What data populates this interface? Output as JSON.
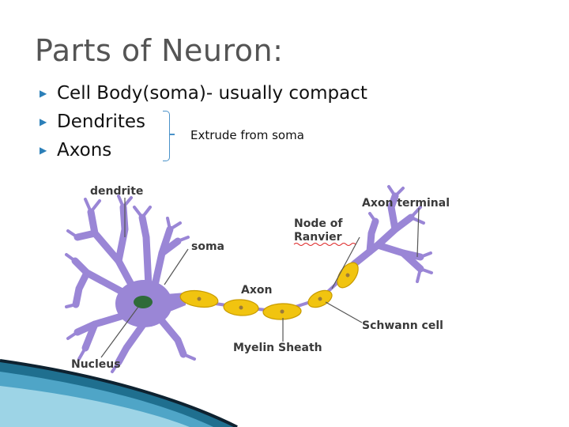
{
  "slide": {
    "title": "Parts of Neuron:",
    "bullets": [
      "Cell Body(soma)- usually compact",
      "Dendrites",
      "Axons"
    ],
    "brace_note": "Extrude from soma"
  },
  "diagram": {
    "labels": {
      "dendrite": "dendrite",
      "soma": "soma",
      "axon": "Axon",
      "node_line1": "Node of",
      "node_line2": "Ranvier",
      "axon_terminal": "Axon terminal",
      "schwann": "Schwann cell",
      "myelin": "Myelin Sheath",
      "nucleus": "Nucleus"
    },
    "colors": {
      "neuron": "#9a86d6",
      "myelin": "#f1c410",
      "nucleus": "#2f6b3a",
      "accent": "#2b7fb8"
    }
  }
}
